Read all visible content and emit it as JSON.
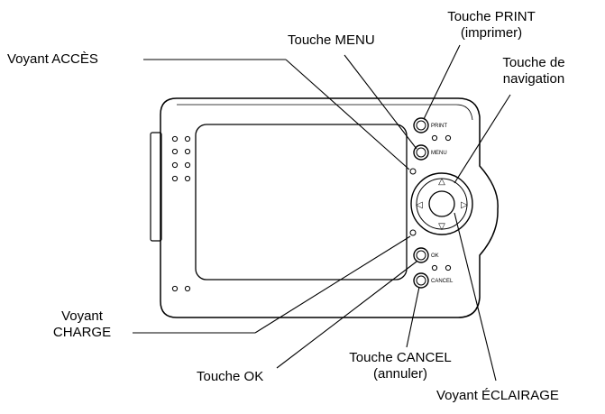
{
  "diagram": {
    "labels": {
      "touche_print": {
        "line1": "Touche PRINT",
        "line2": "(imprimer)"
      },
      "touche_menu": "Touche MENU",
      "voyant_acces": "Voyant ACCÈS",
      "touche_navigation": {
        "line1": "Touche de",
        "line2": "navigation"
      },
      "voyant_charge": {
        "line1": "Voyant",
        "line2": "CHARGE"
      },
      "touche_ok": "Touche OK",
      "touche_cancel": {
        "line1": "Touche CANCEL",
        "line2": "(annuler)"
      },
      "voyant_eclairage": "Voyant ÉCLAIRAGE"
    },
    "device_buttons": {
      "print": "PRINT",
      "menu": "MENU",
      "ok": "OK",
      "cancel": "CANCEL"
    },
    "nav_arrows": {
      "up": "△",
      "down": "▽",
      "left": "◁",
      "right": "▷"
    }
  }
}
